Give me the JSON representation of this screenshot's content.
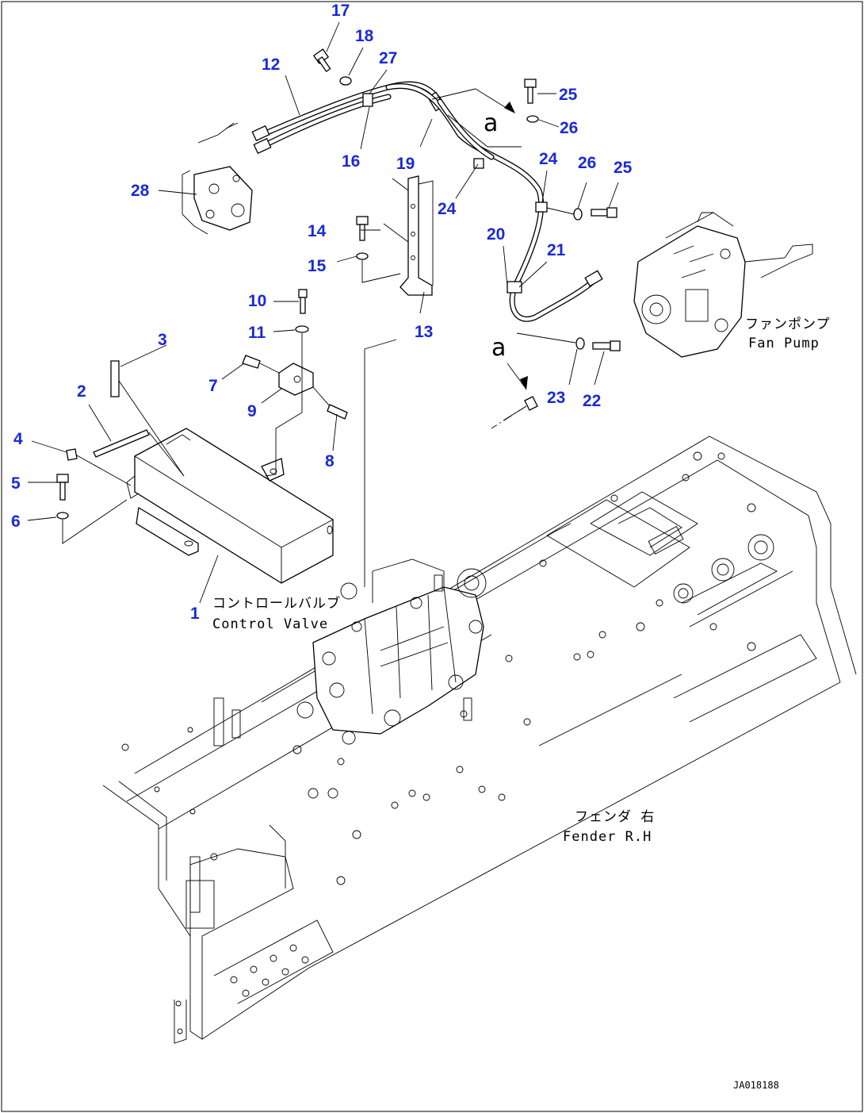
{
  "callouts": {
    "c1": "1",
    "c2": "2",
    "c3": "3",
    "c4": "4",
    "c5": "5",
    "c6": "6",
    "c7": "7",
    "c8": "8",
    "c9": "9",
    "c10": "10",
    "c11": "11",
    "c12": "12",
    "c13": "13",
    "c14": "14",
    "c15": "15",
    "c16": "16",
    "c17": "17",
    "c18": "18",
    "c19": "19",
    "c20": "20",
    "c21": "21",
    "c22": "22",
    "c23": "23",
    "c24a": "24",
    "c24b": "24",
    "c25a": "25",
    "c25b": "25",
    "c26a": "26",
    "c26b": "26",
    "c27": "27",
    "c28": "28"
  },
  "view_markers": {
    "a1": "a",
    "a2": "a"
  },
  "labels": {
    "control_valve_jp": "コントロールバルブ",
    "control_valve_en": "Control Valve",
    "fan_pump_jp": "ファンポンプ",
    "fan_pump_en": "Fan Pump",
    "fender_jp": "フェンダ 右",
    "fender_en": "Fender R.H"
  },
  "drawing_code": "JA018188"
}
